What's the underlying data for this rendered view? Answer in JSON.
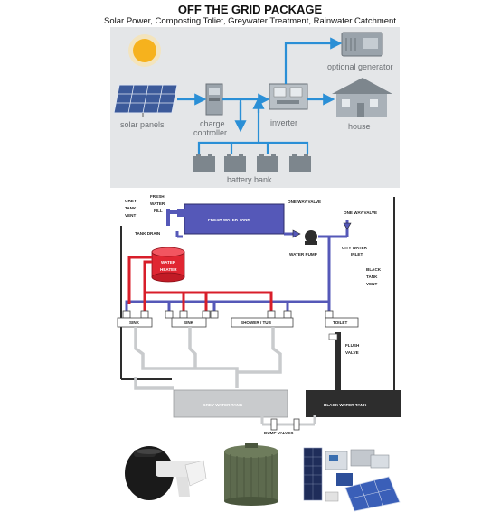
{
  "header": {
    "title": "OFF THE GRID PACKAGE",
    "subtitle": "Solar Power, Composting Toliet, Greywater Treatment, Rainwater Catchment"
  },
  "solar_diagram": {
    "labels": {
      "solar_panels": "solar panels",
      "charge_controller_line1": "charge",
      "charge_controller_line2": "controller",
      "inverter": "inverter",
      "house": "house",
      "optional_generator": "optional generator",
      "battery_bank": "battery bank"
    },
    "colors": {
      "background": "#e4e6e8",
      "arrow": "#2a8fd6",
      "sun": "#f6b21d"
    }
  },
  "plumbing_diagram": {
    "labels": {
      "grey_tank_vent_1": "GREY",
      "grey_tank_vent_2": "TANK",
      "grey_tank_vent_3": "VENT",
      "fresh_water_fill_1": "FRESH",
      "fresh_water_fill_2": "WATER",
      "fresh_water_fill_3": "FILL",
      "fresh_water_tank": "FRESH WATER TANK",
      "one_way_valve_1": "ONE WAY VALVE",
      "one_way_valve_2": "ONE WAY VALVE",
      "tank_drain": "TANK DRAIN",
      "water_pump": "WATER PUMP",
      "city_water_inlet_1": "CITY WATER",
      "city_water_inlet_2": "INLET",
      "water_heater_1": "WATER",
      "water_heater_2": "HEATER",
      "black_tank_vent_1": "BLACK",
      "black_tank_vent_2": "TANK",
      "black_tank_vent_3": "VENT",
      "sink_1": "SINK",
      "sink_2": "SINK",
      "shower_tub": "SHOWER / TUB",
      "toilet": "TOILET",
      "flush_valve_1": "FLUSH",
      "flush_valve_2": "VALVE",
      "grey_water_tank": "GREY WATER TANK",
      "black_water_tank": "BLACK WATER TANK",
      "dump_valves": "DUMP VALVES"
    },
    "colors": {
      "fresh_water": "#5558b8",
      "hot_water": "#d81e2a",
      "drain": "#c9cbcd",
      "black": "#2d2d2d"
    }
  },
  "product_photos": {
    "items": [
      "composting-toilet-photo",
      "water-tank-photo",
      "solar-kit-photo"
    ]
  }
}
